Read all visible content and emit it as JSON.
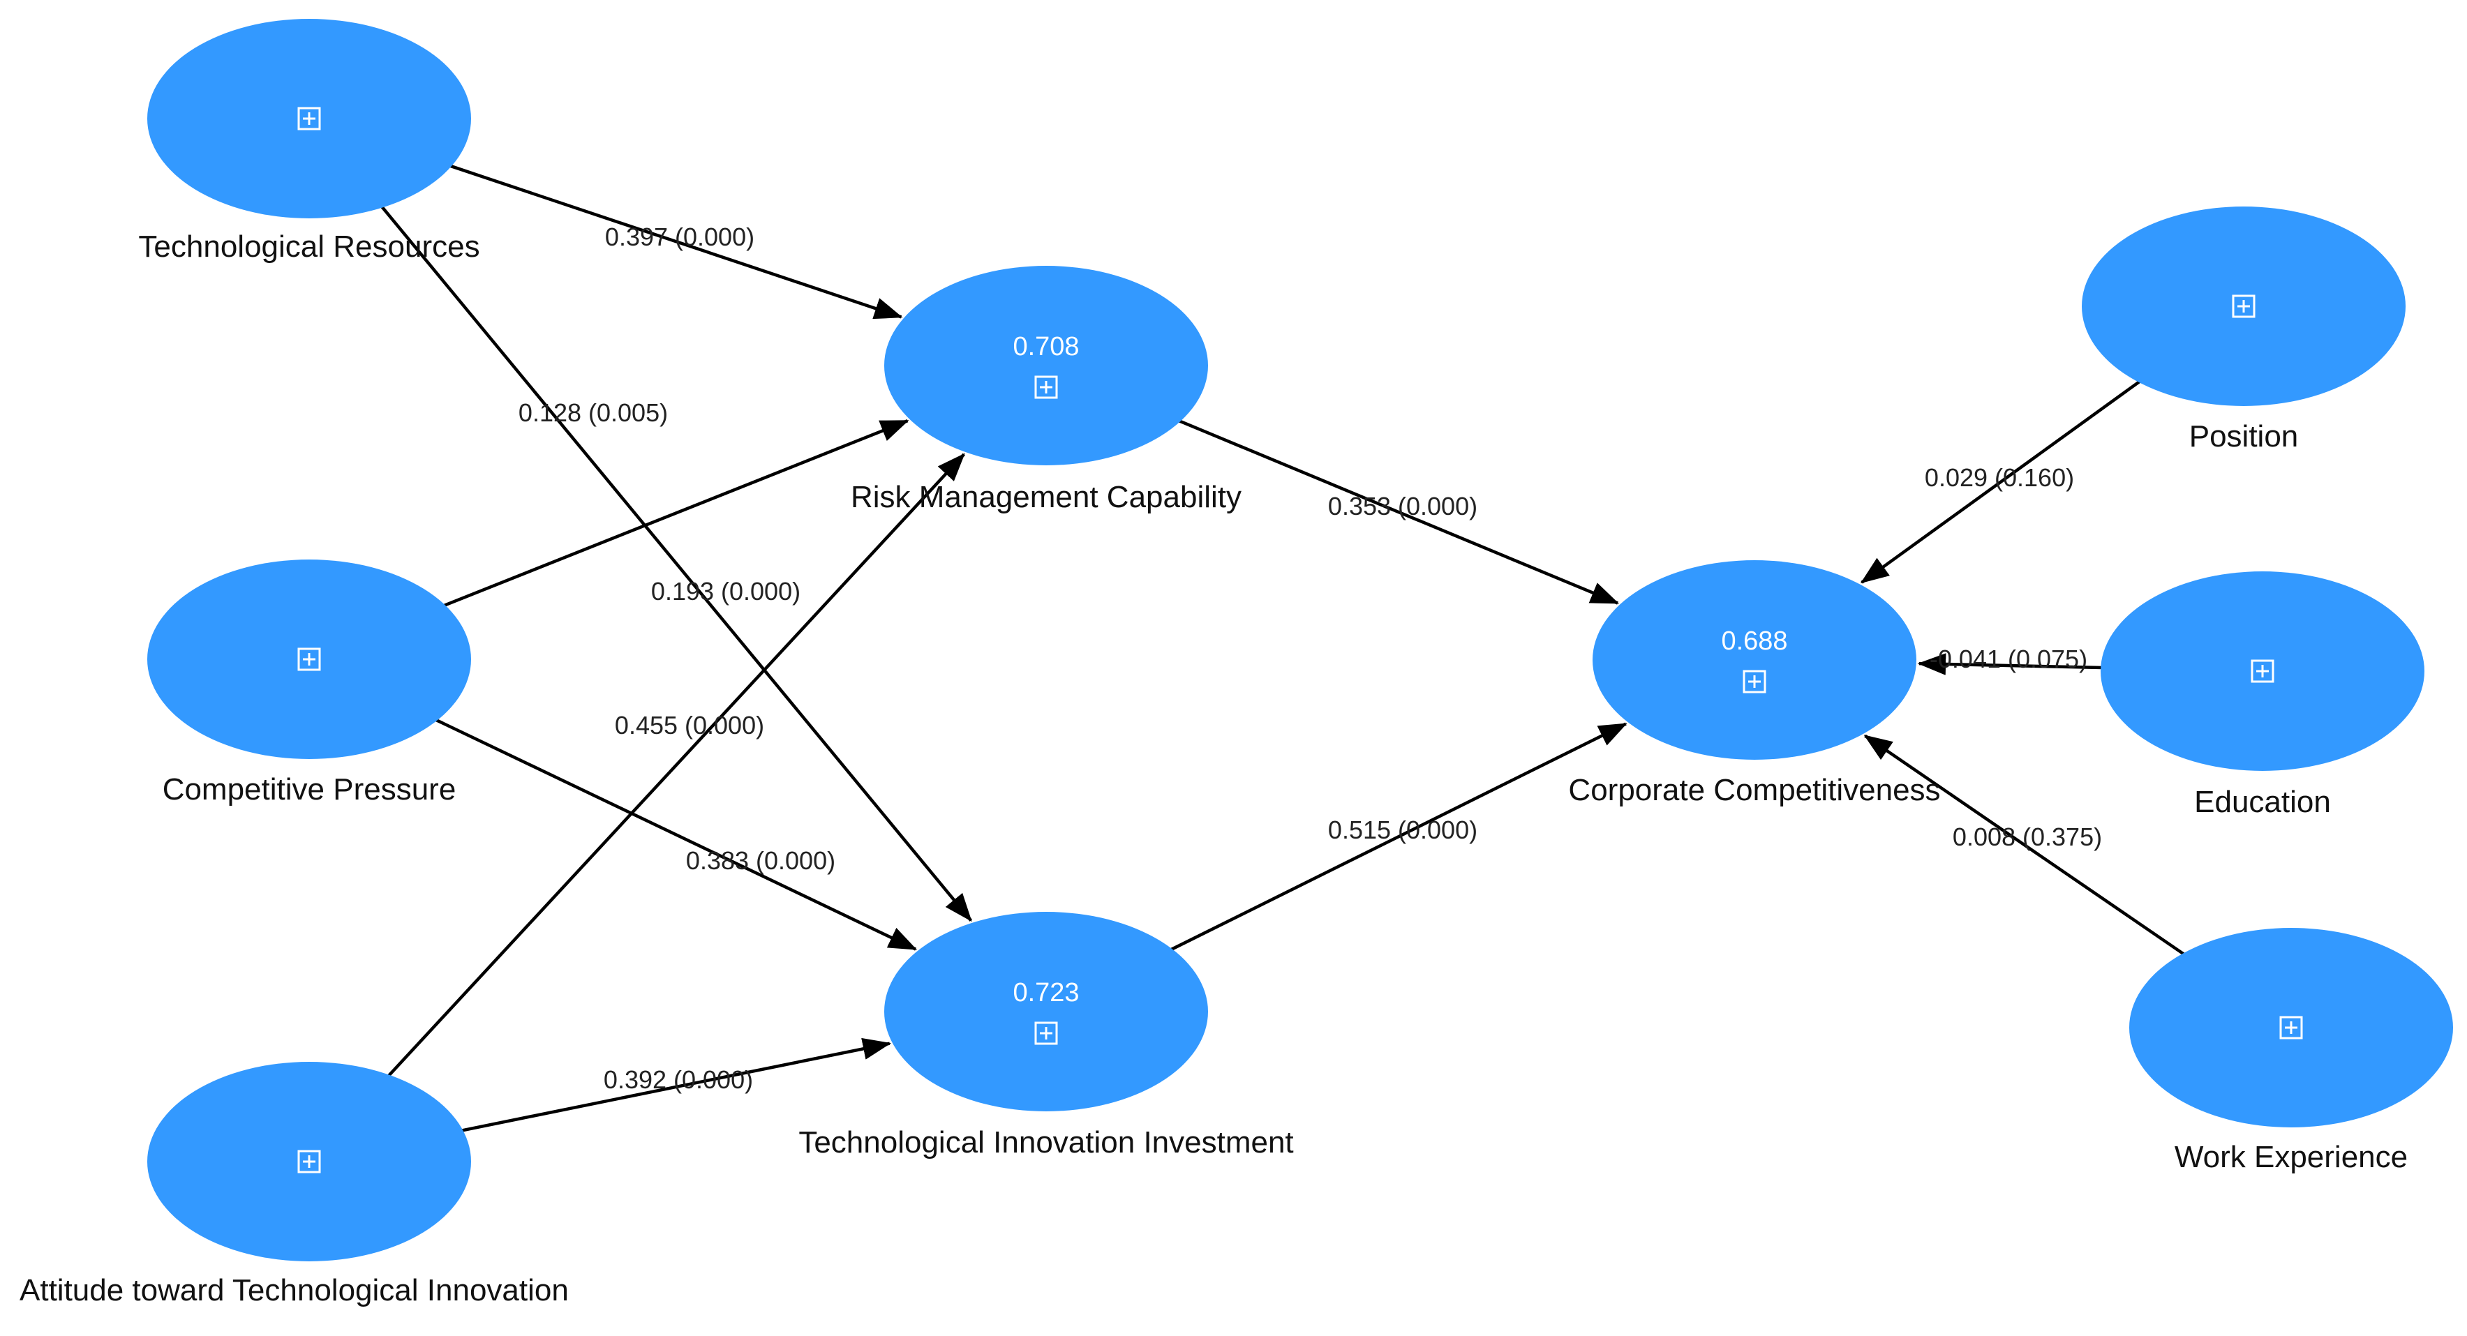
{
  "colors": {
    "node_fill": "#3399ff",
    "edge": "#000000",
    "text": "#111111",
    "value_text": "#ffffff"
  },
  "icons": {
    "expand": "expand-plus-icon"
  },
  "nodes": [
    {
      "id": "tech_resources",
      "label": "Technological Resources",
      "value": ""
    },
    {
      "id": "competitive_pressure",
      "label": "Competitive Pressure",
      "value": ""
    },
    {
      "id": "attitude",
      "label": "Attitude toward Technological Innovation",
      "value": ""
    },
    {
      "id": "risk_mgmt",
      "label": "Risk Management Capability",
      "value": "0.708"
    },
    {
      "id": "tech_invest",
      "label": "Technological Innovation Investment",
      "value": "0.723"
    },
    {
      "id": "corp_comp",
      "label": "Corporate Competitiveness",
      "value": "0.688"
    },
    {
      "id": "position",
      "label": "Position",
      "value": ""
    },
    {
      "id": "education",
      "label": "Education",
      "value": ""
    },
    {
      "id": "work_exp",
      "label": "Work Experience",
      "value": ""
    }
  ],
  "edges": [
    {
      "from": "tech_resources",
      "to": "risk_mgmt",
      "label": "0.397 (0.000)"
    },
    {
      "from": "tech_resources",
      "to": "tech_invest",
      "label": "0.128 (0.005)"
    },
    {
      "from": "competitive_pressure",
      "to": "risk_mgmt",
      "label": "0.193 (0.000)"
    },
    {
      "from": "competitive_pressure",
      "to": "tech_invest",
      "label": "0.383 (0.000)"
    },
    {
      "from": "attitude",
      "to": "risk_mgmt",
      "label": "0.455 (0.000)"
    },
    {
      "from": "attitude",
      "to": "tech_invest",
      "label": "0.392 (0.000)"
    },
    {
      "from": "risk_mgmt",
      "to": "corp_comp",
      "label": "0.353 (0.000)"
    },
    {
      "from": "tech_invest",
      "to": "corp_comp",
      "label": "0.515 (0.000)"
    },
    {
      "from": "position",
      "to": "corp_comp",
      "label": "0.029 (0.160)"
    },
    {
      "from": "education",
      "to": "corp_comp",
      "label": "-0.041 (0.075)"
    },
    {
      "from": "work_exp",
      "to": "corp_comp",
      "label": "0.008 (0.375)"
    }
  ]
}
